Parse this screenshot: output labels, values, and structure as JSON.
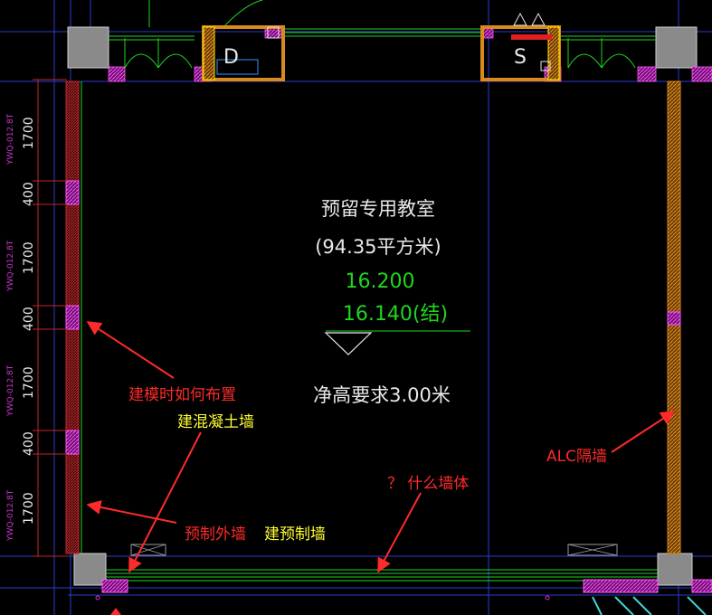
{
  "room": {
    "name": "预留专用教室",
    "area": "(94.35平方米)",
    "elev1": "16.200",
    "elev2": "16.140(结)",
    "clear_height": "净高要求3.00米"
  },
  "door_tags": {
    "left": "D",
    "right": "S"
  },
  "dimensions": {
    "segments": [
      "1700",
      "400",
      "1700",
      "400",
      "1700",
      "400",
      "1700"
    ],
    "wall_labels": [
      "YWQ-012.8T",
      "YWQ-012.8T",
      "YWQ-012.8T",
      "YWQ-012.8T"
    ]
  },
  "annotations": {
    "q_modeling": "建模时如何布置",
    "a_concrete": "建混凝土墙",
    "prefab_ext": "预制外墙",
    "a_prefab": "建预制墙",
    "q_what_wall": "？ 什么墙体",
    "alc": "ALC隔墙"
  },
  "colors": {
    "background": "#000000",
    "annotation_red": "#ff2a2a",
    "annotation_yellow": "#ffff33",
    "magenta": "#cc33cc",
    "green": "#1fd61f",
    "orange": "#d98a1a",
    "blue": "#2b3bd6",
    "white": "#e8e8e8",
    "gray": "#9a9a9a"
  }
}
